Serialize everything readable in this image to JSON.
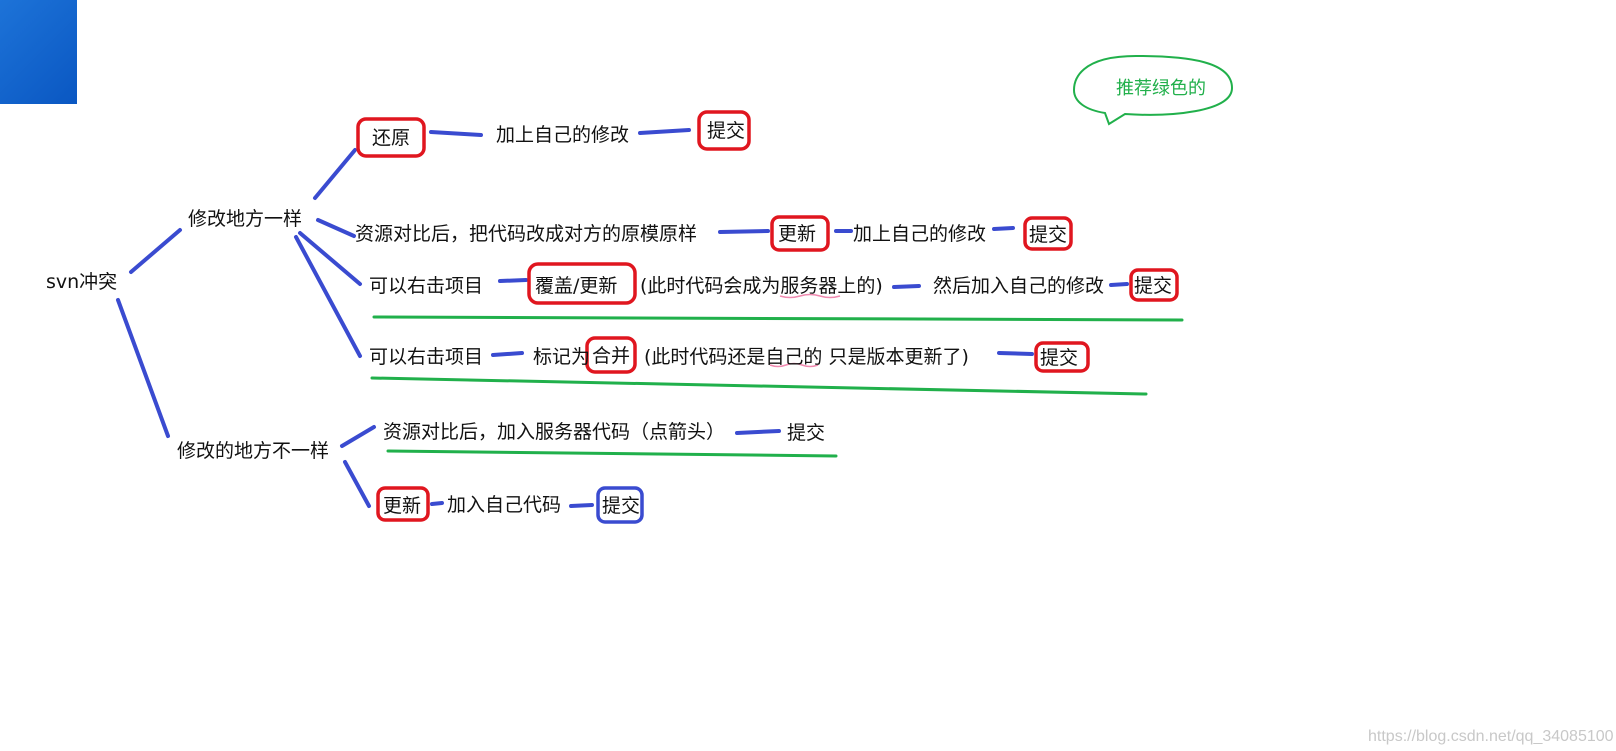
{
  "colors": {
    "connector": "#3a4bd0",
    "highlight_box": "#e0161f",
    "highlight_box_alt": "#3a4bd0",
    "green_line": "#21b04b",
    "pink_underline": "#f08ab0",
    "bubble": "#21b04b",
    "watermark": "#c8c8c8",
    "corner_block": "#0a5fd0"
  },
  "root": {
    "label": "svn冲突"
  },
  "branch_same": {
    "label": "修改地方一样",
    "paths": [
      {
        "steps": [
          "还原",
          "加上自己的修改",
          "提交"
        ]
      },
      {
        "steps": [
          "资源对比后，把代码改成对方的原模原样",
          "更新",
          "加上自己的修改",
          "提交"
        ]
      },
      {
        "steps": [
          "可以右击项目",
          "覆盖/更新",
          "(此时代码会成为服务器上的)",
          "然后加入自己的修改",
          "提交"
        ]
      },
      {
        "steps": [
          "可以右击项目",
          "标记为",
          "合并",
          "(此时代码还是自己的 只是版本更新了)",
          "提交"
        ]
      }
    ]
  },
  "branch_diff": {
    "label": "修改的地方不一样",
    "paths": [
      {
        "steps": [
          "资源对比后，加入服务器代码（点箭头）",
          "提交"
        ]
      },
      {
        "steps": [
          "更新",
          "加入自己代码",
          "提交"
        ]
      }
    ]
  },
  "annotation": {
    "text": "推荐绿色的"
  },
  "watermark": {
    "text": "https://blog.csdn.net/qq_34085100"
  }
}
